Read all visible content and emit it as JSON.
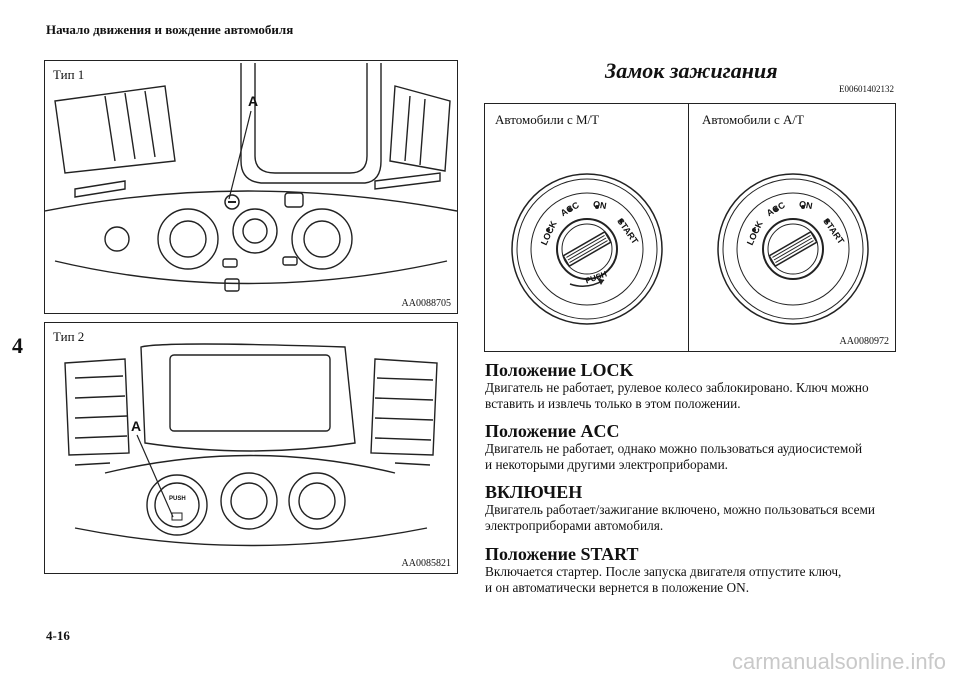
{
  "header": "Начало движения и вождение автомобиля",
  "chapter_tab": "4",
  "page_number": "4-16",
  "watermark": "carmanualsonline.info",
  "figures": {
    "type1": {
      "label": "Тип 1",
      "callout": "A",
      "code": "AA0088705"
    },
    "type2": {
      "label": "Тип 2",
      "callout": "A",
      "code": "AA0085821",
      "button_text": "PUSH"
    },
    "ignition": {
      "label_mt": "Автомобили с M/T",
      "label_at": "Автомобили с A/T",
      "code": "AA0080972",
      "lock_positions": [
        "LOCK",
        "ACC",
        "ON",
        "START"
      ],
      "push_text": "PUSH"
    }
  },
  "section_title": "Замок зажигания",
  "section_code": "E00601402132",
  "sections": [
    {
      "heading": "Положение LOCK",
      "line1": "Двигатель не работает, рулевое колесо заблокировано. Ключ можно",
      "line2": "вставить и извлечь только в этом положении."
    },
    {
      "heading": "Положение ACC",
      "line1": "Двигатель не работает, однако можно пользоваться аудиосистемой",
      "line2": "и некоторыми другими электроприборами."
    },
    {
      "heading": "ВКЛЮЧЕН",
      "line1": "Двигатель работает/зажигание включено, можно пользоваться всеми",
      "line2": "электроприборами автомобиля."
    },
    {
      "heading": "Положение START",
      "line1": "Включается стартер. После запуска двигателя отпустите ключ,",
      "line2": "и он автоматически вернется в положение ON."
    }
  ]
}
